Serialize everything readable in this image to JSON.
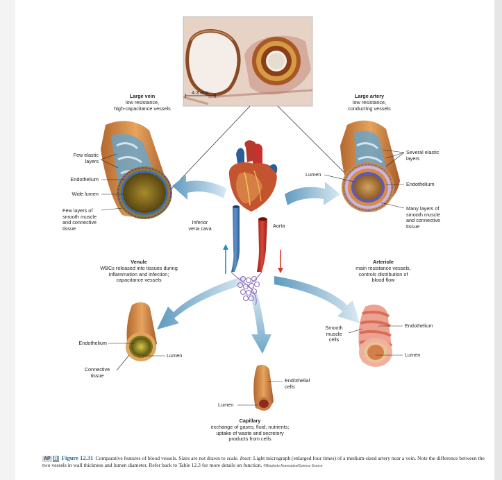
{
  "micrograph": {
    "scale_label": "4.3 mm"
  },
  "large_vein": {
    "title": "Large vein",
    "desc": "low resistance,\nhigh-capacitance vessels",
    "labels": [
      "Few elastic\nlayers",
      "Endothelium",
      "Wide lumen",
      "Few layers of\nsmooth muscle\nand connective\ntissue"
    ]
  },
  "large_artery": {
    "title": "Large artery",
    "desc": "low resistance,\nconducting vessels",
    "labels": [
      "Lumen",
      "Several elastic\nlayers",
      "Endothelium",
      "Many layers of\nsmooth muscle\nand connective\ntissue"
    ]
  },
  "heart": {
    "labels": [
      "Inferior\nvena cava",
      "Aorta"
    ]
  },
  "venule": {
    "title": "Venule",
    "desc": "WBCs released into tissues during\ninflammation and infection;\ncapacitance vessels",
    "labels": [
      "Endothelium",
      "Lumen",
      "Connective\ntissue"
    ]
  },
  "arteriole": {
    "title": "Arteriole",
    "desc": "main resistance vessels,\ncontrols distribution of\nblood flow",
    "labels": [
      "Endothelium",
      "Smooth\nmuscle\ncells",
      "Lumen"
    ]
  },
  "capillary": {
    "title": "Capillary",
    "desc": "exchange of gases, fluid, nutrients;\nuptake of waste and secretory\nproducts from cells",
    "labels": [
      "Endothelial\ncells",
      "Lumen"
    ]
  },
  "caption": {
    "badge1": "AP",
    "badge2": "R",
    "figure_number": "Figure 12.31",
    "text1": "Comparative features of blood vessels. Sizes are not drawn to scale. ",
    "inset_label": "Inset:",
    "text2": " Light micrograph (enlarged four times) of a medium-sized artery near a vein. Note the difference between the two vessels in wall thickness and lumen diameter. Refer back to Table 12.3 for more details on function. ",
    "credit": "©Biophoto Associates/Science Source"
  }
}
